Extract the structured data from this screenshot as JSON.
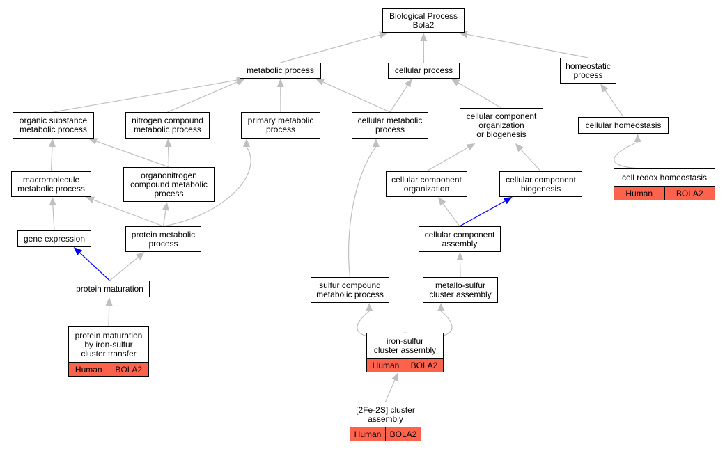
{
  "colors": {
    "edge_default": "#bfbfbf",
    "edge_highlight": "#0000ff",
    "annotation_fill": "#fd624c"
  },
  "nodes": {
    "bp": {
      "lines": [
        "Biological Process",
        "Bola2"
      ]
    },
    "mp": {
      "lines": [
        "metabolic process"
      ]
    },
    "cp": {
      "lines": [
        "cellular process"
      ]
    },
    "hp": {
      "lines": [
        "homeostatic",
        "process"
      ]
    },
    "osmp": {
      "lines": [
        "organic substance",
        "metabolic process"
      ]
    },
    "ncmp": {
      "lines": [
        "nitrogen compound",
        "metabolic process"
      ]
    },
    "pmp": {
      "lines": [
        "primary metabolic",
        "process"
      ]
    },
    "cmp": {
      "lines": [
        "cellular metabolic",
        "process"
      ]
    },
    "ccob": {
      "lines": [
        "cellular component",
        "organization",
        "or biogenesis"
      ]
    },
    "ch": {
      "lines": [
        "cellular homeostasis"
      ]
    },
    "mmp": {
      "lines": [
        "macromolecule",
        "metabolic process"
      ]
    },
    "oncmp": {
      "lines": [
        "organonitrogen",
        "compound metabolic",
        "process"
      ]
    },
    "cco": {
      "lines": [
        "cellular component",
        "organization"
      ]
    },
    "ccb": {
      "lines": [
        "cellular component",
        "biogenesis"
      ]
    },
    "crh": {
      "lines": [
        "cell redox homeostasis"
      ],
      "annotations": [
        "Human",
        "BOLA2"
      ]
    },
    "ge": {
      "lines": [
        "gene expression"
      ]
    },
    "prmp": {
      "lines": [
        "protein metabolic",
        "process"
      ]
    },
    "cca": {
      "lines": [
        "cellular component",
        "assembly"
      ]
    },
    "pm": {
      "lines": [
        "protein maturation"
      ]
    },
    "scmp": {
      "lines": [
        "sulfur compound",
        "metabolic process"
      ]
    },
    "msca": {
      "lines": [
        "metallo-sulfur",
        "cluster assembly"
      ]
    },
    "pmis": {
      "lines": [
        "protein maturation",
        "by iron-sulfur",
        "cluster transfer"
      ],
      "annotations": [
        "Human",
        "BOLA2"
      ]
    },
    "isca": {
      "lines": [
        "iron-sulfur",
        "cluster assembly"
      ],
      "annotations": [
        "Human",
        "BOLA2"
      ]
    },
    "fe2s": {
      "lines": [
        "[2Fe-2S] cluster",
        "assembly"
      ],
      "annotations": [
        "Human",
        "BOLA2"
      ]
    }
  },
  "edges": [
    {
      "from": "mp",
      "to": "bp",
      "kind": "is_a"
    },
    {
      "from": "cp",
      "to": "bp",
      "kind": "is_a"
    },
    {
      "from": "hp",
      "to": "bp",
      "kind": "is_a"
    },
    {
      "from": "osmp",
      "to": "mp",
      "kind": "is_a"
    },
    {
      "from": "ncmp",
      "to": "mp",
      "kind": "is_a"
    },
    {
      "from": "pmp",
      "to": "mp",
      "kind": "is_a"
    },
    {
      "from": "cmp",
      "to": "mp",
      "kind": "is_a"
    },
    {
      "from": "cmp",
      "to": "cp",
      "kind": "is_a"
    },
    {
      "from": "ccob",
      "to": "cp",
      "kind": "is_a"
    },
    {
      "from": "ch",
      "to": "hp",
      "kind": "is_a"
    },
    {
      "from": "mmp",
      "to": "osmp",
      "kind": "is_a"
    },
    {
      "from": "oncmp",
      "to": "osmp",
      "kind": "is_a"
    },
    {
      "from": "oncmp",
      "to": "ncmp",
      "kind": "is_a"
    },
    {
      "from": "cco",
      "to": "ccob",
      "kind": "is_a"
    },
    {
      "from": "ccb",
      "to": "ccob",
      "kind": "is_a"
    },
    {
      "from": "crh",
      "to": "ch",
      "kind": "is_a"
    },
    {
      "from": "ge",
      "to": "mmp",
      "kind": "is_a"
    },
    {
      "from": "prmp",
      "to": "mmp",
      "kind": "is_a"
    },
    {
      "from": "prmp",
      "to": "oncmp",
      "kind": "is_a"
    },
    {
      "from": "prmp",
      "to": "pmp",
      "kind": "is_a"
    },
    {
      "from": "cca",
      "to": "cco",
      "kind": "is_a"
    },
    {
      "from": "cca",
      "to": "ccb",
      "kind": "part_of"
    },
    {
      "from": "pm",
      "to": "ge",
      "kind": "part_of"
    },
    {
      "from": "pm",
      "to": "prmp",
      "kind": "is_a"
    },
    {
      "from": "scmp",
      "to": "cmp",
      "kind": "is_a"
    },
    {
      "from": "msca",
      "to": "cca",
      "kind": "is_a"
    },
    {
      "from": "pmis",
      "to": "pm",
      "kind": "is_a"
    },
    {
      "from": "isca",
      "to": "scmp",
      "kind": "is_a"
    },
    {
      "from": "isca",
      "to": "msca",
      "kind": "is_a"
    },
    {
      "from": "fe2s",
      "to": "isca",
      "kind": "is_a"
    }
  ]
}
